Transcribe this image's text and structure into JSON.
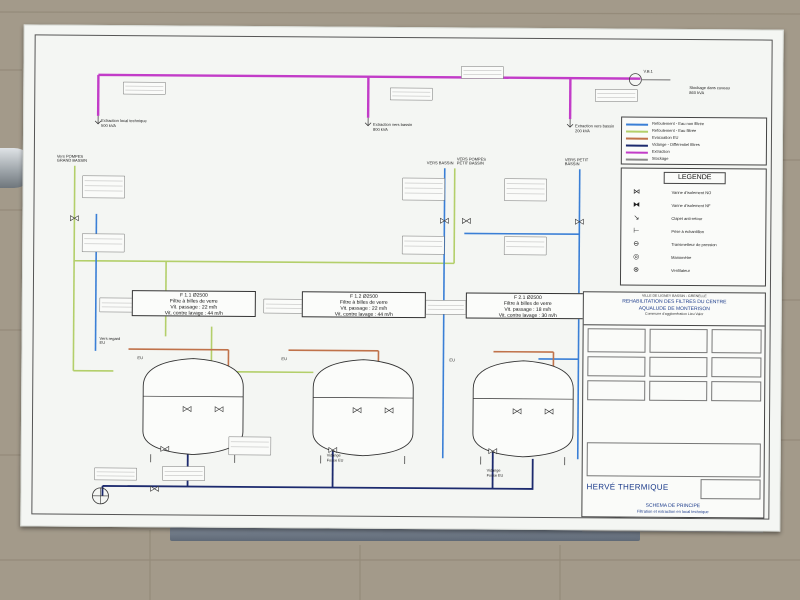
{
  "photo": {
    "subject": "HERVÉ THERMIQUE",
    "board_colors": {
      "wall": "#a39a8a",
      "board": "#f4f6f3",
      "frame": "#555555"
    }
  },
  "diagram": {
    "colors": {
      "extraction": "#c23cc8",
      "refoulement_eau_filtree": "#b3cf6a",
      "refoulement_eau_brute": "#3a7fd6",
      "evacuation": "#c0724a",
      "vidange": "#1c2a6e",
      "lavage": "#6a6a6a"
    },
    "top_labels": {
      "vb": "V.B.1",
      "stockage": "Stockage dans cuveau",
      "stockage_sub": "860 kVA",
      "extraction_left": "Extraction local technique",
      "extraction_left_sub": "500 kVA",
      "extraction_mid": "Extraction vers bassin",
      "extraction_mid_sub": "800 kVA",
      "extraction_right": "Extraction vers bassin",
      "extraction_right_sub": "200 kVA"
    },
    "column_labels": {
      "left": "Vers POMPES GRAND BASSIN",
      "mid1": "VERS BASSIN",
      "mid2": "VERS POMPES PETIT BASSIN",
      "right": "VERS PETIT BASSIN"
    },
    "filters": [
      {
        "title": "F 1.1  Ø2500",
        "media": "Filtre à billes de verre",
        "vit_passage": "Vit. passage : 22 m/h",
        "vit_lavage": "Vit. contre lavage : 44 m/h"
      },
      {
        "title": "F 1.2  Ø2500",
        "media": "Filtre à billes de verre",
        "vit_passage": "Vit. passage : 22 m/h",
        "vit_lavage": "Vit. contre lavage : 44 m/h"
      },
      {
        "title": "F 2.1  Ø2500",
        "media": "Filtre à billes de verre",
        "vit_passage": "Vit. passage : 18 m/h",
        "vit_lavage": "Vit. contre lavage : 30 m/h"
      }
    ],
    "eu_labels": {
      "vers_regard": "Vers regard EU",
      "eu1": "EU",
      "eu2": "EU",
      "eu3": "EU"
    },
    "drains": {
      "vidange1": "Vidange",
      "vidange1_sub": "Fosse EU",
      "vidange2": "Vidange",
      "vidange2_sub": "Fosse EU"
    }
  },
  "legend": {
    "items": [
      {
        "label": "Refoulement - Eau non filtrée",
        "color": "#3a7fd6"
      },
      {
        "label": "Refoulement - Eau filtrée",
        "color": "#b3cf6a"
      },
      {
        "label": "Evacuation EU",
        "color": "#c0724a"
      },
      {
        "label": "Vidange - Différentiel filtres",
        "color": "#1c2a6e"
      },
      {
        "label": "Extraction",
        "color": "#c23cc8"
      },
      {
        "label": "Stockage",
        "color": "#8a8a8a"
      }
    ]
  },
  "legende": {
    "title": "LEGENDE",
    "symbols": [
      {
        "icon": "vanne-icon",
        "glyph": "⋈",
        "label": "Vanne d'isolement NO"
      },
      {
        "icon": "vanne-nf-icon",
        "glyph": "⧓",
        "label": "Vanne d'isolement NF"
      },
      {
        "icon": "clapet-icon",
        "glyph": "↘",
        "label": "Clapet anti-retour"
      },
      {
        "icon": "prise-icon",
        "glyph": "⊢",
        "label": "Prise à échantillon"
      },
      {
        "icon": "debitmetre-icon",
        "glyph": "⊖",
        "label": "Transmetteur de pression"
      },
      {
        "icon": "manometre-icon",
        "glyph": "◎",
        "label": "Manomètre"
      },
      {
        "icon": "ventilateur-icon",
        "glyph": "⊛",
        "label": "Ventilateur"
      }
    ]
  },
  "cartouche": {
    "owner": "VILLE DE LIGNEY BASSIN - GRENELLE",
    "title_line1": "REHABILITATION DES FILTRES DU CENTRE",
    "title_line2": "AQUALUDE DE MONTERISON",
    "subtitle": "Commune d'agglomération Lieu Valor",
    "company": "HERVÉ THERMIQUE",
    "schema_title": "SCHEMA DE PRINCIPE",
    "schema_subtitle": "Filtration et extraction en local technique"
  }
}
